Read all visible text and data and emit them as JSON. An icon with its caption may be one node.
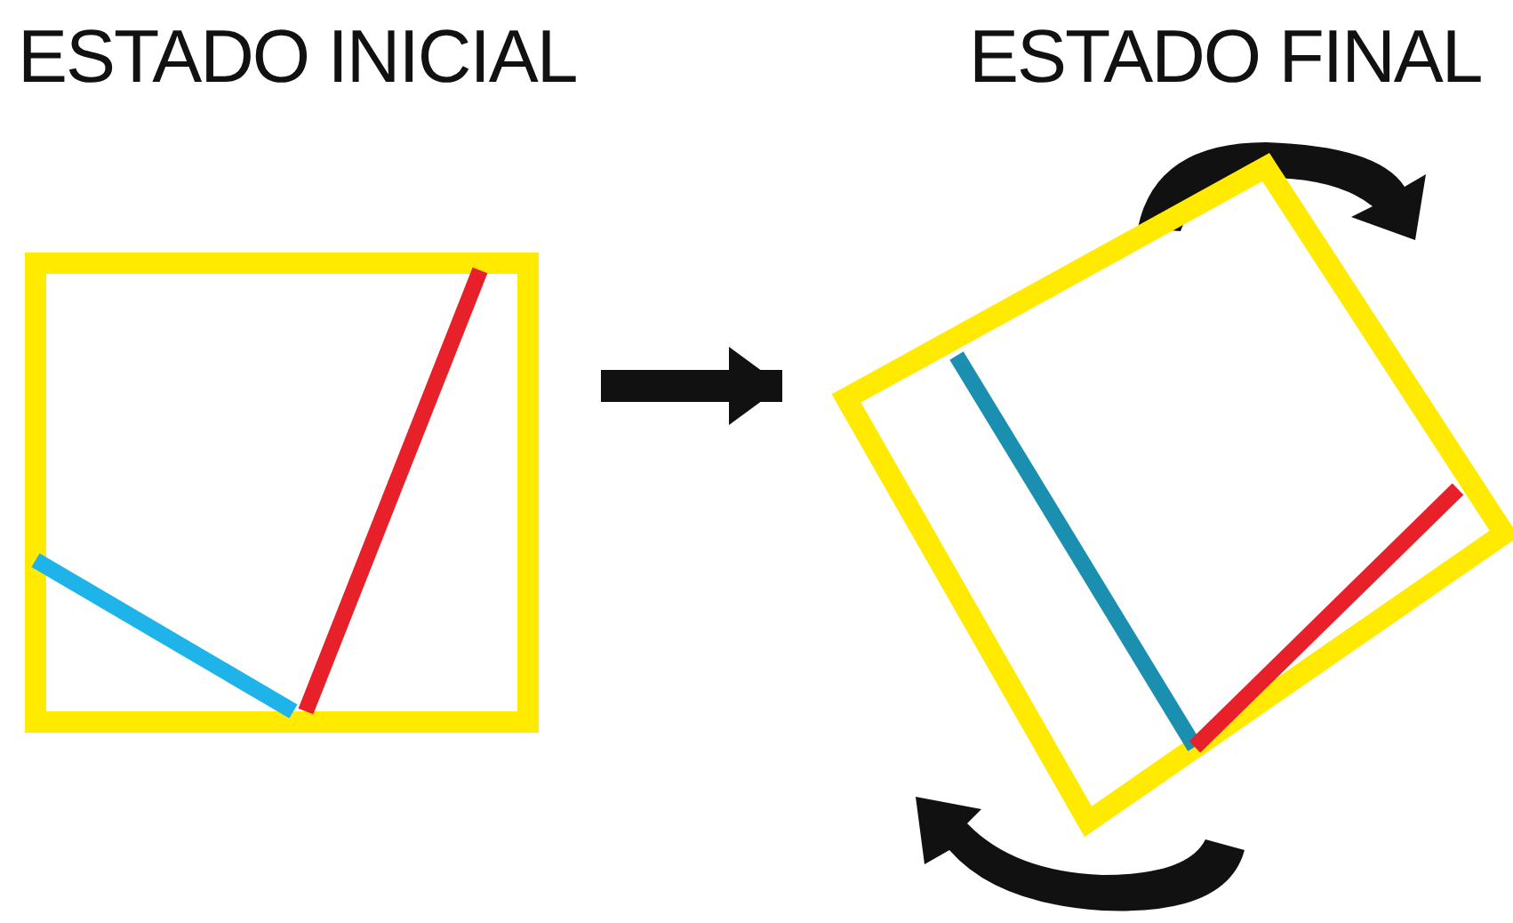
{
  "diagram": {
    "nodes": [
      {
        "text": [
          "ESTADO INICIAL"
        ]
      },
      {
        "text": [
          "ESTADO FINAL"
        ]
      }
    ],
    "edges": [
      {
        "from": 0,
        "to": 1,
        "arrow": "to"
      }
    ]
  }
}
